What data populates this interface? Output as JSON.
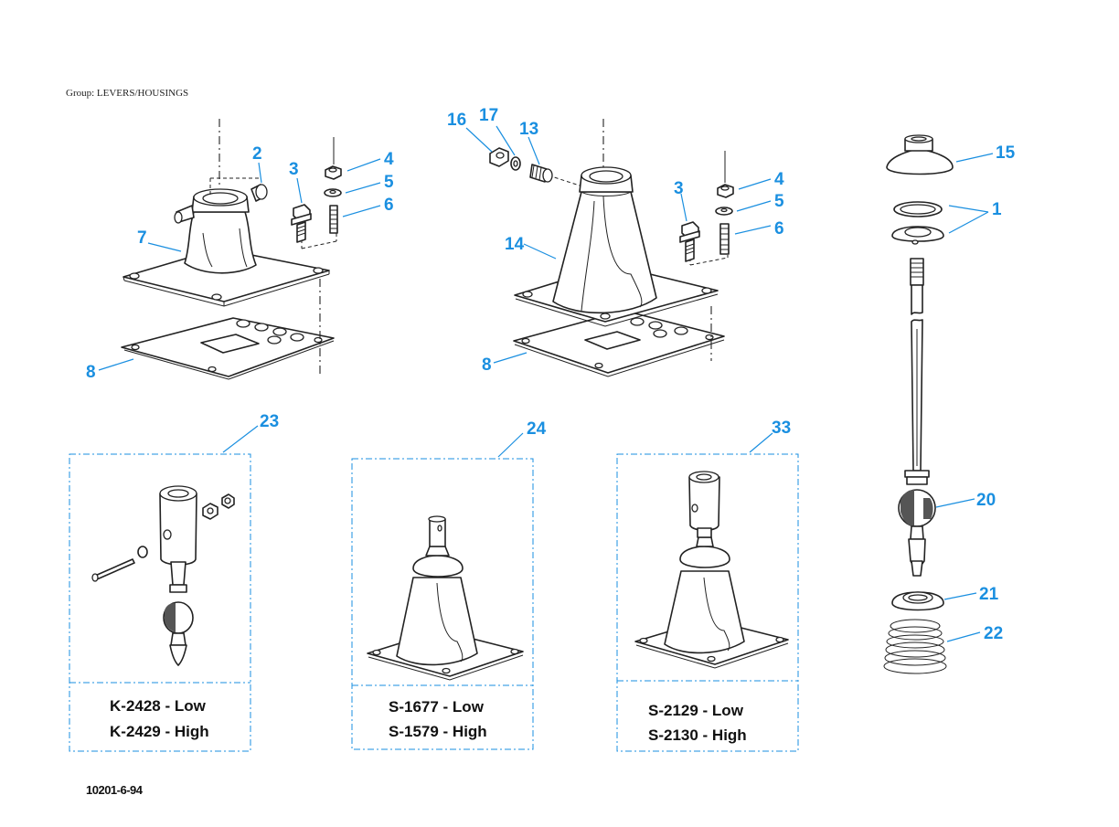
{
  "header": {
    "group": "Group: LEVERS/HOUSINGS"
  },
  "footer": {
    "doc_number": "10201-6-94"
  },
  "callouts": {
    "c2": "2",
    "c3a": "3",
    "c4a": "4",
    "c5a": "5",
    "c6a": "6",
    "c7": "7",
    "c8a": "8",
    "c16": "16",
    "c17": "17",
    "c13": "13",
    "c14": "14",
    "c3b": "3",
    "c4b": "4",
    "c5b": "5",
    "c6b": "6",
    "c8b": "8",
    "c15": "15",
    "c1": "1",
    "c20": "20",
    "c21": "21",
    "c22": "22",
    "c23": "23",
    "c24": "24",
    "c33": "33"
  },
  "kits": [
    {
      "low": "K-2428 - Low",
      "high": "K-2429 - High"
    },
    {
      "low": "S-1677 - Low",
      "high": "S-1579 - High"
    },
    {
      "low": "S-2129 - Low",
      "high": "S-2130 - High"
    }
  ],
  "colors": {
    "callout": "#1a8fe0",
    "line": "#222222"
  }
}
